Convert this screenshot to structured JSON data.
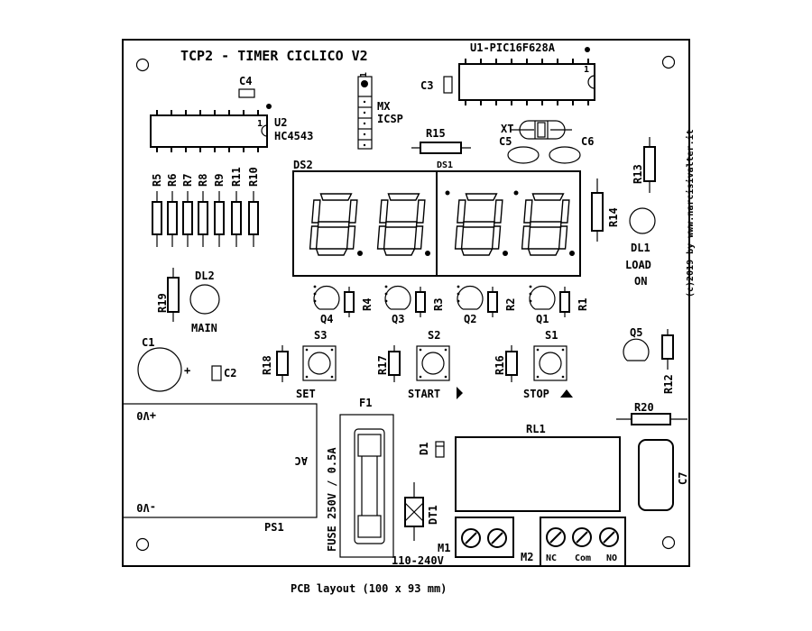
{
  "board": {
    "title": "TCP2 - TIMER CICLICO V2",
    "credit": "(c)2019 by www.narcisivalter.it",
    "caption": "PCB layout (100 x 93 mm)"
  },
  "labels": {
    "u1": "U1-PIC16F628A",
    "u2": "U2",
    "u2_part": "HC4543",
    "c1": "C1",
    "c2": "C2",
    "c3": "C3",
    "c4": "C4",
    "c5": "C5",
    "c6": "C6",
    "c7": "C7",
    "xt": "XT",
    "mx": "MX",
    "icsp": "ICSP",
    "r1": "R1",
    "r2": "R2",
    "r3": "R3",
    "r4": "R4",
    "r5": "R5",
    "r6": "R6",
    "r7": "R7",
    "r8": "R8",
    "r9": "R9",
    "r10": "R10",
    "r11": "R11",
    "r12": "R12",
    "r13": "R13",
    "r14": "R14",
    "r15": "R15",
    "r16": "R16",
    "r17": "R17",
    "r18": "R18",
    "r19": "R19",
    "r20": "R20",
    "ds1": "DS1",
    "ds2": "DS2",
    "dl1": "DL1",
    "load": "LOAD",
    "on": "ON",
    "dl2": "DL2",
    "main": "MAIN",
    "q1": "Q1",
    "q2": "Q2",
    "q3": "Q3",
    "q4": "Q4",
    "q5": "Q5",
    "s1": "S1",
    "s2": "S2",
    "s3": "S3",
    "set": "SET",
    "start": "START",
    "stop": "STOP",
    "f1": "F1",
    "fuse": "FUSE 250V / 0.5A",
    "ps1": "PS1",
    "vplus": "+V0",
    "vminus": "-V0",
    "ac": "AC",
    "d1": "D1",
    "dt1": "DT1",
    "rl1": "RL1",
    "m1": "M1",
    "m2": "M2",
    "mains": "110-240V",
    "nc": "NC",
    "com": "Com",
    "no": "NO",
    "pin1": "1"
  },
  "display": {
    "digits": [
      "8",
      "8",
      "8",
      "8"
    ]
  }
}
